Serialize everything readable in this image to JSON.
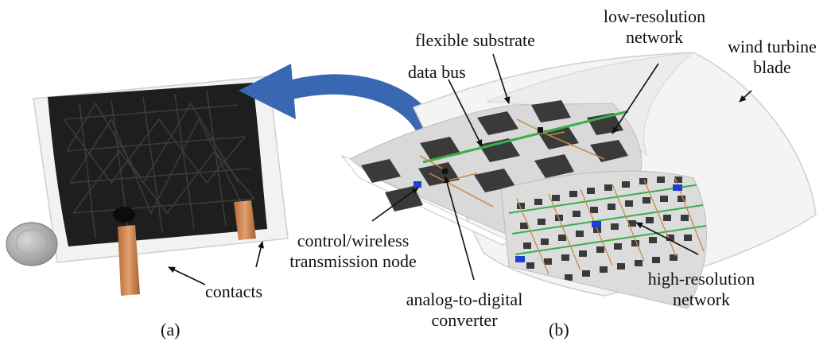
{
  "panel_a": {
    "caption": "(a)",
    "contacts_label": "contacts"
  },
  "panel_b": {
    "caption": "(b)",
    "flexible_substrate": "flexible substrate",
    "data_bus": "data bus",
    "low_res_line1": "low-resolution",
    "low_res_line2": "network",
    "wind_line1": "wind turbine",
    "wind_line2": "blade",
    "control_line1": "control/wireless",
    "control_line2": "transmission node",
    "adc_line1": "analog-to-digital",
    "adc_line2": "converter",
    "high_res_line1": "high-resolution",
    "high_res_line2": "network"
  },
  "colors": {
    "arrow_blue": "#3a67b1",
    "sensor_dark": "#3a3a3a",
    "substrate": "#d9d9d9",
    "bus_green": "#3cae4a",
    "wire_orange": "#c98a4a",
    "node_blue": "#1e3fd6",
    "copper": "#c07a4a"
  }
}
